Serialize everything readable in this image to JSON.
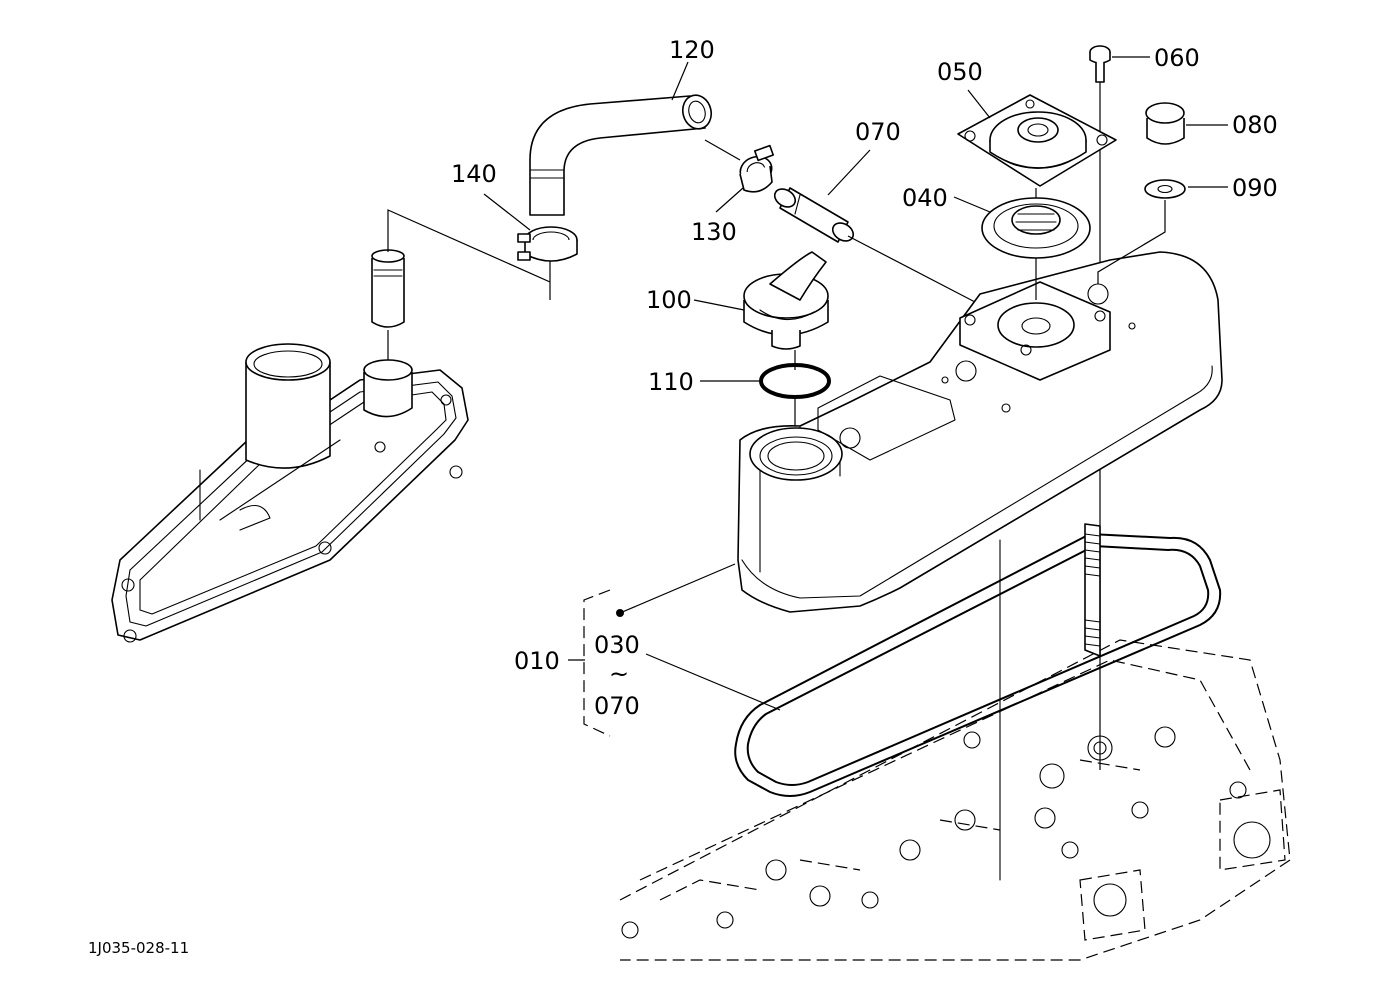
{
  "diagram": {
    "drawing_code": "1J035-028-11",
    "parts": [
      {
        "id": "p120",
        "label": "120"
      },
      {
        "id": "p140",
        "label": "140"
      },
      {
        "id": "p130",
        "label": "130"
      },
      {
        "id": "p070a",
        "label": "070"
      },
      {
        "id": "p050",
        "label": "050"
      },
      {
        "id": "p060",
        "label": "060"
      },
      {
        "id": "p080",
        "label": "080"
      },
      {
        "id": "p090",
        "label": "090"
      },
      {
        "id": "p040",
        "label": "040"
      },
      {
        "id": "p100",
        "label": "100"
      },
      {
        "id": "p110",
        "label": "110"
      },
      {
        "id": "p010",
        "label": "010"
      },
      {
        "id": "p030",
        "label": "030"
      },
      {
        "id": "p070b",
        "label": "070"
      }
    ],
    "range_symbol": "~"
  }
}
